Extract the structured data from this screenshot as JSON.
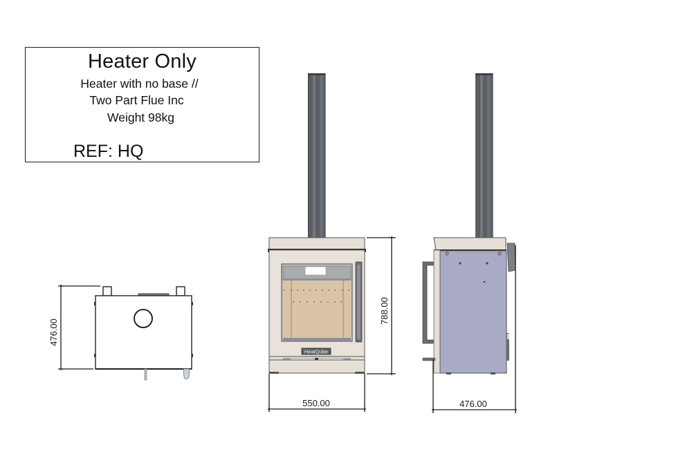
{
  "info_box": {
    "title": "Heater Only",
    "lines": [
      "Heater with no base //",
      "Two Part Flue Inc",
      "Weight 98kg"
    ],
    "ref": "REF: HQ"
  },
  "views": {
    "top": {
      "dimension_height": "476.00"
    },
    "front": {
      "dimension_height": "788.00",
      "dimension_width": "550.00",
      "logo": "HeatQube"
    },
    "side": {
      "dimension_width": "476.00"
    }
  },
  "colors": {
    "body_beige": "#e6dfd6",
    "firebox_brick": "#d9c4a8",
    "side_panel_blue": "#a9abc6",
    "flue_dark": "#5b5f64",
    "line": "#1a1a1a"
  }
}
